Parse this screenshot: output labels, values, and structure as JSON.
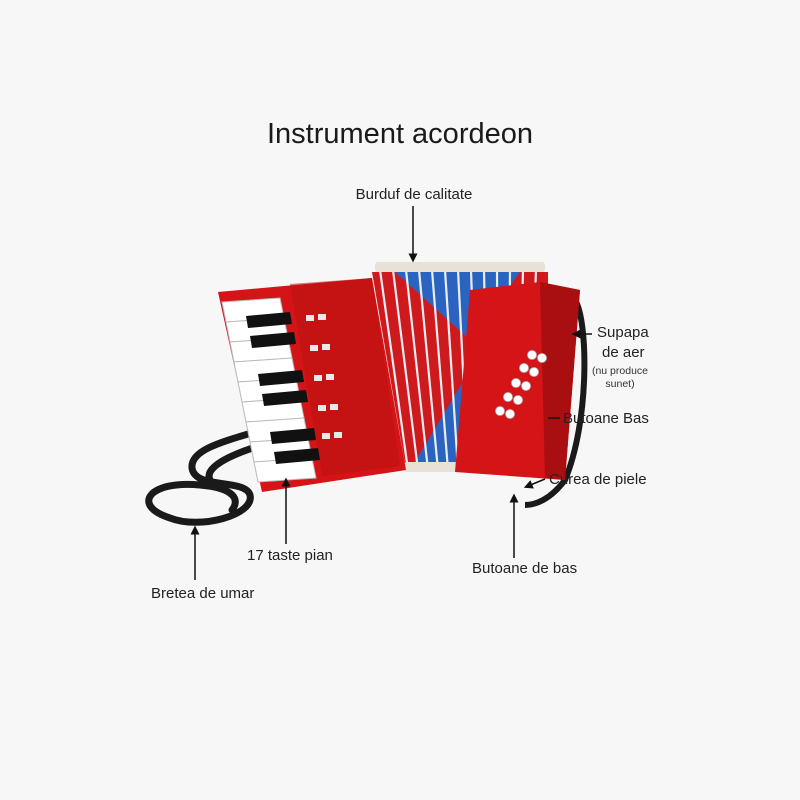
{
  "title": "Instrument acordeon",
  "labels": {
    "bellows": "Burduf de calitate",
    "air_valve_line1": "Supapa",
    "air_valve_line2": "de aer",
    "air_valve_note_line1": "(nu produce",
    "air_valve_note_line2": "sunet)",
    "bass_buttons_right": "Butoane Bas",
    "leather_strap": "Curea de piele",
    "bass_buttons_bottom": "Butoane de bas",
    "piano_keys": "17 taste pian",
    "shoulder_strap": "Bretea de umar"
  },
  "colors": {
    "body_red": "#d41417",
    "bellows_blue": "#1e5fb8",
    "strap_black": "#1a1a1a"
  }
}
